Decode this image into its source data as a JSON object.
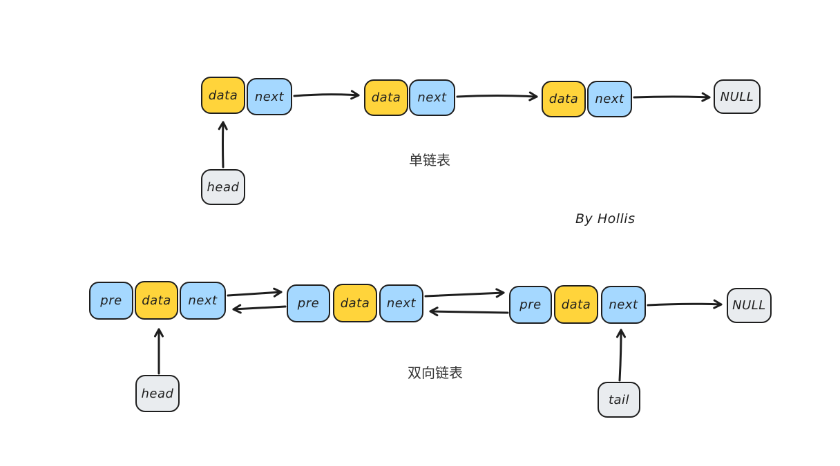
{
  "colors": {
    "data-fill": "#FFD43B",
    "pointer-fill": "#A5D8FF",
    "ref-fill": "#E9ECEF",
    "stroke": "#1E1E1E",
    "caption-color": "#333333",
    "background": "#FFFFFF"
  },
  "singly": {
    "caption": "单链表",
    "head": "head",
    "terminator": "NULL",
    "nodes": [
      {
        "data": "data",
        "next": "next"
      },
      {
        "data": "data",
        "next": "next"
      },
      {
        "data": "data",
        "next": "next"
      }
    ]
  },
  "doubly": {
    "caption": "双向链表",
    "head": "head",
    "tail": "tail",
    "terminator": "NULL",
    "nodes": [
      {
        "pre": "pre",
        "data": "data",
        "next": "next"
      },
      {
        "pre": "pre",
        "data": "data",
        "next": "next"
      },
      {
        "pre": "pre",
        "data": "data",
        "next": "next"
      }
    ]
  },
  "attribution": "By Hollis"
}
